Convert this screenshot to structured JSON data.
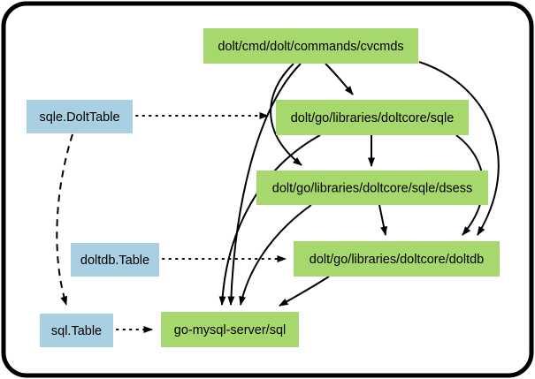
{
  "diagram": {
    "type": "dependency-graph",
    "background_color": "#ffffff",
    "border_color": "#000000",
    "package_node_color": "#a6d86e",
    "type_node_color": "#a9cfe2",
    "text_color": "#000000",
    "nodes": [
      {
        "id": "cvcmds",
        "label": "dolt/cmd/dolt/commands/cvcmds",
        "kind": "package"
      },
      {
        "id": "sqle",
        "label": "dolt/go/libraries/doltcore/sqle",
        "kind": "package"
      },
      {
        "id": "dsess",
        "label": "dolt/go/libraries/doltcore/sqle/dsess",
        "kind": "package"
      },
      {
        "id": "doltdb",
        "label": "dolt/go/libraries/doltcore/doltdb",
        "kind": "package"
      },
      {
        "id": "gms",
        "label": "go-mysql-server/sql",
        "kind": "package"
      },
      {
        "id": "sqle-dolttable",
        "label": "sqle.DoltTable",
        "kind": "type"
      },
      {
        "id": "doltdb-table",
        "label": "doltdb.Table",
        "kind": "type"
      },
      {
        "id": "sql-table",
        "label": "sql.Table",
        "kind": "type"
      }
    ],
    "edges": [
      {
        "from": "cvcmds",
        "to": "sqle",
        "style": "solid"
      },
      {
        "from": "cvcmds",
        "to": "dsess",
        "style": "solid"
      },
      {
        "from": "cvcmds",
        "to": "doltdb",
        "style": "solid"
      },
      {
        "from": "cvcmds",
        "to": "gms",
        "style": "solid"
      },
      {
        "from": "sqle",
        "to": "dsess",
        "style": "solid"
      },
      {
        "from": "sqle",
        "to": "doltdb",
        "style": "solid"
      },
      {
        "from": "sqle",
        "to": "gms",
        "style": "solid"
      },
      {
        "from": "dsess",
        "to": "doltdb",
        "style": "solid"
      },
      {
        "from": "dsess",
        "to": "gms",
        "style": "solid"
      },
      {
        "from": "doltdb",
        "to": "gms",
        "style": "solid"
      },
      {
        "from": "sqle-dolttable",
        "to": "sqle",
        "style": "dotted"
      },
      {
        "from": "doltdb-table",
        "to": "doltdb",
        "style": "dotted"
      },
      {
        "from": "sql-table",
        "to": "gms",
        "style": "dotted"
      },
      {
        "from": "sqle-dolttable",
        "to": "sql-table",
        "style": "dashed"
      }
    ]
  }
}
